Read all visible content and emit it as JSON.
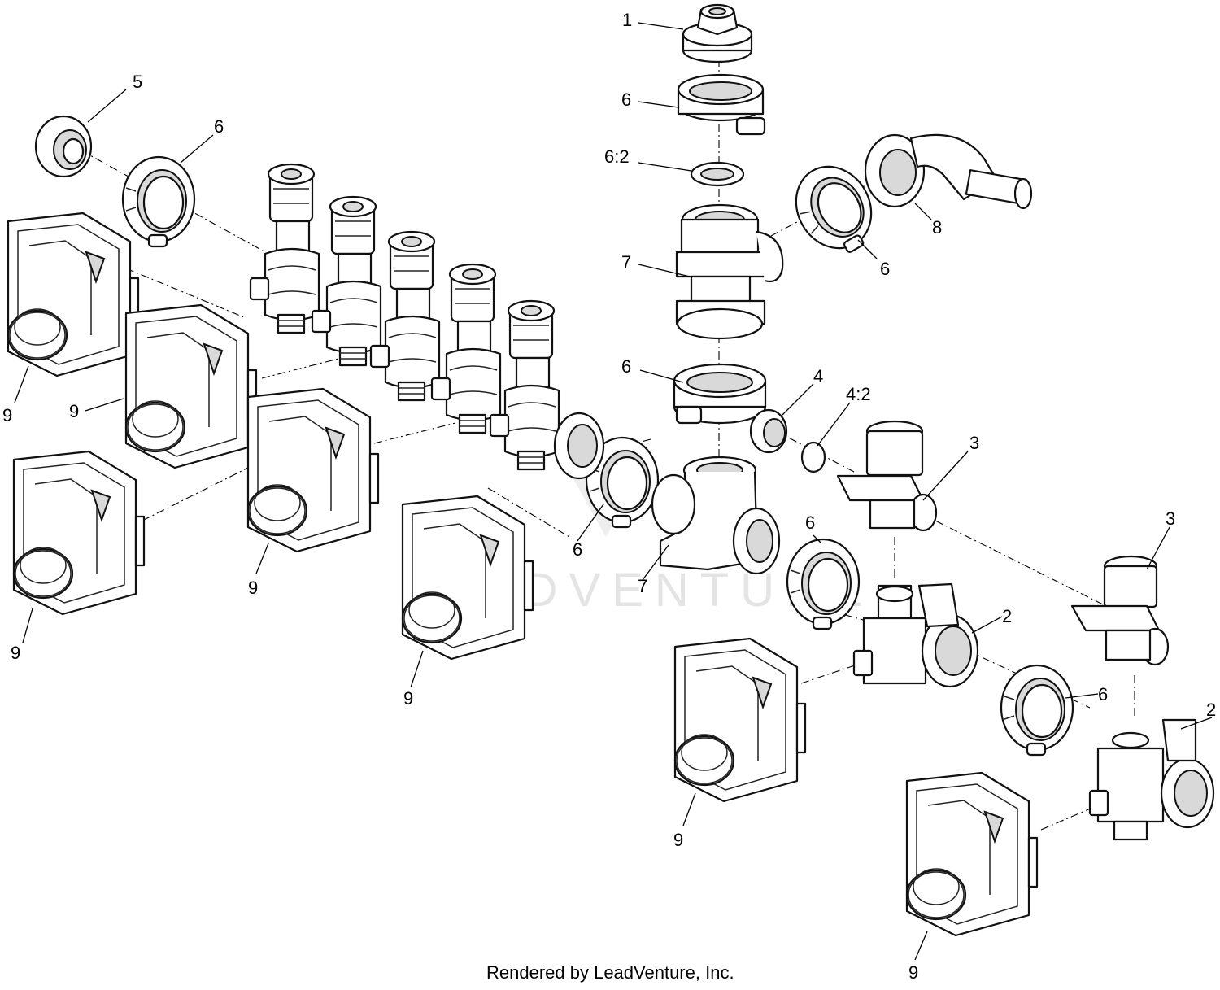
{
  "watermark": "LEADVENTURE",
  "credit": "Rendered by LeadVenture, Inc.",
  "callouts": [
    {
      "id": "c1",
      "text": "1"
    },
    {
      "id": "c2",
      "text": "6"
    },
    {
      "id": "c3",
      "text": "6:2"
    },
    {
      "id": "c4",
      "text": "5"
    },
    {
      "id": "c5",
      "text": "6"
    },
    {
      "id": "c6",
      "text": "8"
    },
    {
      "id": "c7",
      "text": "6"
    },
    {
      "id": "c8",
      "text": "7"
    },
    {
      "id": "c9",
      "text": "6"
    },
    {
      "id": "c10",
      "text": "4"
    },
    {
      "id": "c11",
      "text": "4:2"
    },
    {
      "id": "c12",
      "text": "3"
    },
    {
      "id": "c13",
      "text": "9"
    },
    {
      "id": "c14",
      "text": "9"
    },
    {
      "id": "c15",
      "text": "9"
    },
    {
      "id": "c16",
      "text": "9"
    },
    {
      "id": "c17",
      "text": "6"
    },
    {
      "id": "c18",
      "text": "7"
    },
    {
      "id": "c19",
      "text": "6"
    },
    {
      "id": "c20",
      "text": "3"
    },
    {
      "id": "c21",
      "text": "2"
    },
    {
      "id": "c22",
      "text": "9"
    },
    {
      "id": "c23",
      "text": "6"
    },
    {
      "id": "c24",
      "text": "2"
    },
    {
      "id": "c25",
      "text": "9"
    },
    {
      "id": "c26",
      "text": "9"
    }
  ]
}
